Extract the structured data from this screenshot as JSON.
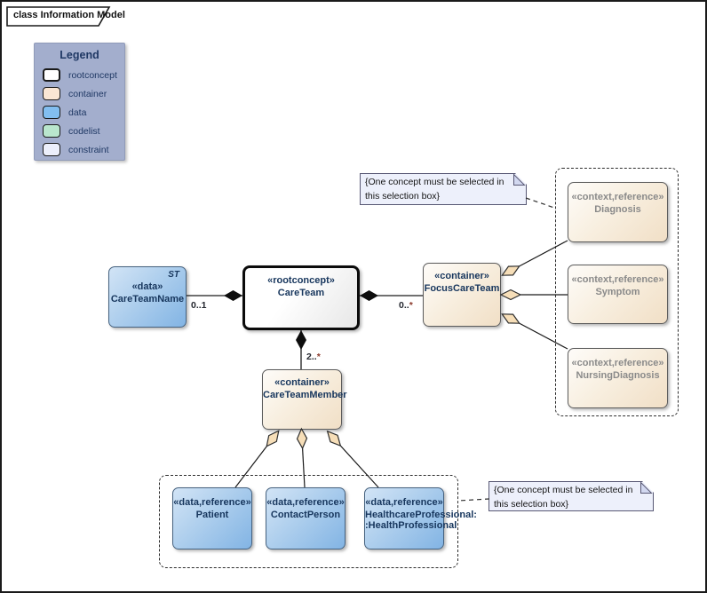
{
  "frame": {
    "tab_title": "class Information Model"
  },
  "legend": {
    "title": "Legend",
    "items": [
      {
        "label": "rootconcept",
        "color": "#ffffff"
      },
      {
        "label": "container",
        "color": "#fbe7d4"
      },
      {
        "label": "data",
        "color": "#82bef0"
      },
      {
        "label": "codelist",
        "color": "#b9e6cd"
      },
      {
        "label": "constraint",
        "color": "#eceffb"
      }
    ]
  },
  "nodes": {
    "careTeamName": {
      "stereotype": "«data»",
      "name": "CareTeamName",
      "tag": "ST"
    },
    "careTeam": {
      "stereotype": "«rootconcept»",
      "name": "CareTeam"
    },
    "focusCareTeam": {
      "stereotype": "«container»",
      "name": "FocusCareTeam"
    },
    "careTeamMember": {
      "stereotype": "«container»",
      "name": "CareTeamMember"
    },
    "diagnosis": {
      "stereotype": "«context,reference»",
      "name": "Diagnosis"
    },
    "symptom": {
      "stereotype": "«context,reference»",
      "name": "Symptom"
    },
    "nursingDiagnosis": {
      "stereotype": "«context,reference»",
      "name": "NursingDiagnosis"
    },
    "patient": {
      "stereotype": "«data,reference»",
      "name": "Patient"
    },
    "contactPerson": {
      "stereotype": "«data,reference»",
      "name": "ContactPerson"
    },
    "healthcareProfessional": {
      "stereotype": "«data,reference»",
      "name": "HealthcareProfessional:",
      "name2": ":HealthProfessional"
    }
  },
  "multiplicities": {
    "careTeamName": {
      "text": "0..1",
      "star": ""
    },
    "focusCareTeam": {
      "text": "0..",
      "star": "*"
    },
    "careTeamMember": {
      "text": "2..",
      "star": "*"
    }
  },
  "notes": {
    "selection_top": "{One concept must be selected in this selection box}",
    "selection_bottom": "{One concept must be selected in this selection box}"
  },
  "colors": {
    "data_fill": "#82bef0",
    "container_fill": "#f1dfc6",
    "rootconcept_fill": "#ffffff",
    "constraint_note_fill": "#edf0fb",
    "legend_bg": "#a3aecd",
    "navy_text": "#17365d",
    "reference_text": "#8a8a8a",
    "multiplicity_star": "#8b3a2b",
    "diamond_hollow_fill": "#f6deb8",
    "diamond_filled": "#0d0d0d"
  }
}
